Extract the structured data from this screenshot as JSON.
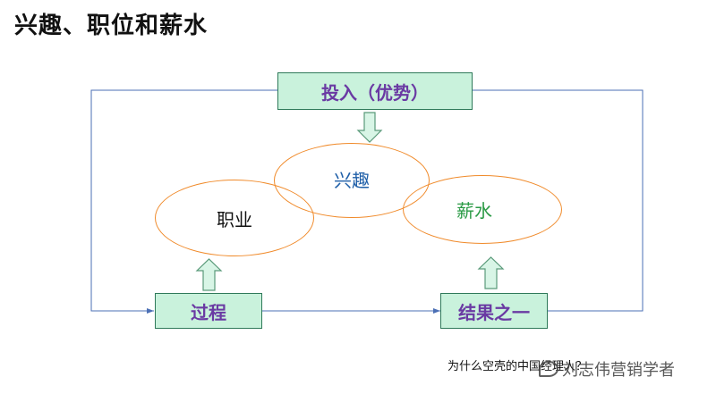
{
  "title": "兴趣、职位和薪水",
  "boxes": {
    "top": "投入（优势）",
    "left": "过程",
    "right": "结果之一"
  },
  "ellipses": {
    "interest": "兴趣",
    "job": "职业",
    "salary": "薪水"
  },
  "colors": {
    "box_fill": "#c9f2dc",
    "box_text": "#6a3aa3",
    "ellipse_border": "#f08a2a",
    "interest_text": "#1f5fa8",
    "job_text": "#111111",
    "salary_text": "#2a9a45",
    "line": "#4b6fb5"
  },
  "caption": "为什么空壳的中国经理人？",
  "watermark": "刘志伟营销学者"
}
